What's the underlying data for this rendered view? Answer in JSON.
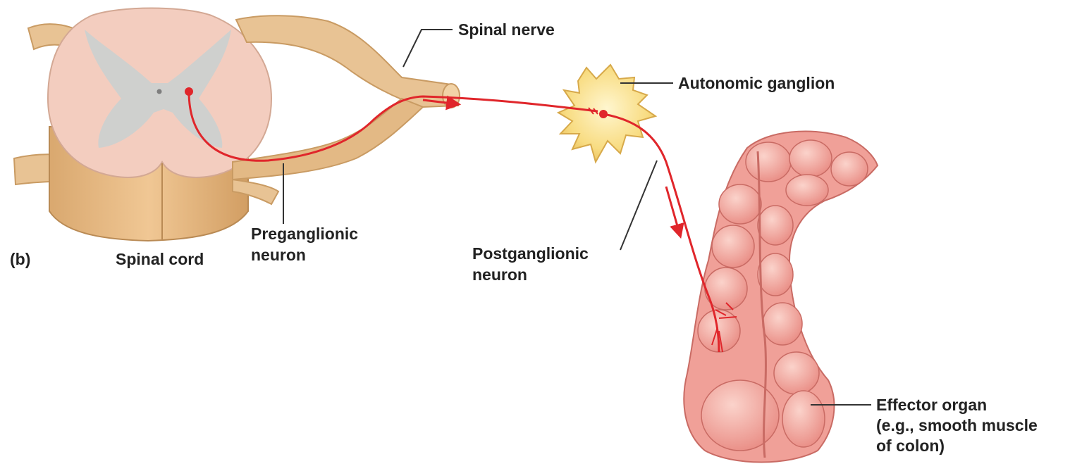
{
  "panel_label": "(b)",
  "labels": {
    "spinal_nerve": "Spinal nerve",
    "autonomic_ganglion": "Autonomic ganglion",
    "spinal_cord": "Spinal cord",
    "preganglionic": [
      "Preganglionic",
      "neuron"
    ],
    "postganglionic": [
      "Postganglionic",
      "neuron"
    ],
    "effector": [
      "Effector organ",
      "(e.g., smooth muscle",
      "of colon)"
    ]
  },
  "colors": {
    "neuron_red": "#e0262b",
    "nerve_tan": "#e8c394",
    "cord_pink": "#f3cdbf",
    "gray_matter": "#cfd0ce",
    "ganglion_yellow": "#f8dc82",
    "colon_pink": "#f0a098",
    "leader_line": "#333333"
  }
}
